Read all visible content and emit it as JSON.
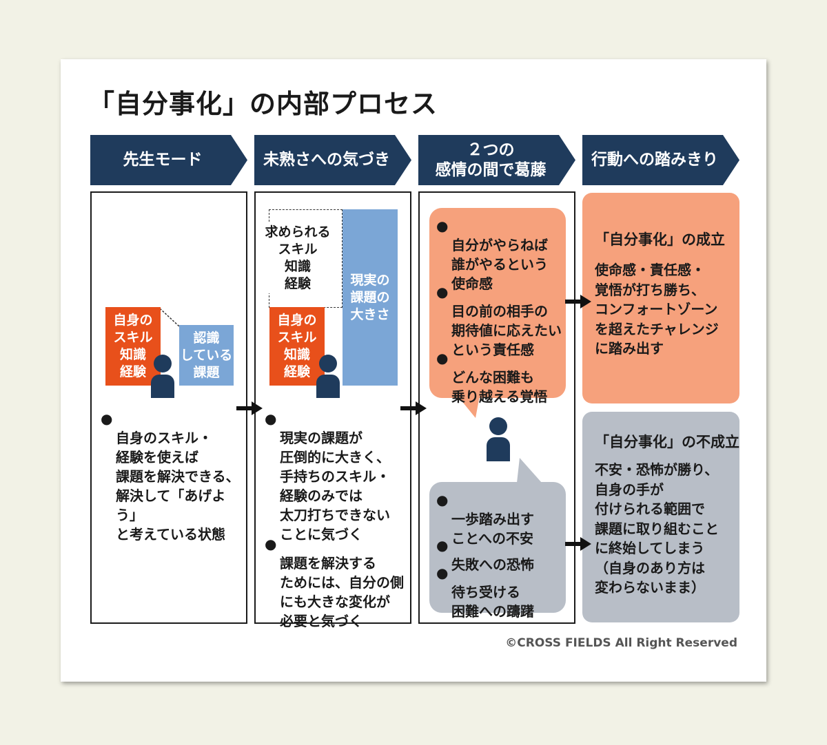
{
  "title": "「自分事化」の内部プロセス",
  "stages": [
    {
      "label": "先生モード"
    },
    {
      "label": "未熟さへの気づき"
    },
    {
      "label": "２つの\n感情の間で葛藤"
    },
    {
      "label": "行動への踏みきり"
    }
  ],
  "col1": {
    "skill_block": "自身の\nスキル\n知識\n経験",
    "issue_block": "認識\nしている\n課題",
    "bullet": "自身のスキル・\n経験を使えば\n課題を解決できる、\n解決して「あげよう」\nと考えている状態"
  },
  "col2": {
    "required_block": "求められる\nスキル\n知識\n経験",
    "skill_block": "自身の\nスキル\n知識\n経験",
    "real_block": "現実の\n課題の\n大きさ",
    "bullets": [
      "現実の課題が\n圧倒的に大きく、\n手持ちのスキル・\n経験のみでは\n太刀打ちできない\nことに気づく",
      "課題を解決する\nためには、自分の側\nにも大きな変化が\n必要と気づく"
    ]
  },
  "col3": {
    "positive": [
      "自分がやらねば\n誰がやるという\n使命感",
      "目の前の相手の\n期待値に応えたい\nという責任感",
      "どんな困難も\n乗り越える覚悟"
    ],
    "negative": [
      "一歩踏み出す\nことへの不安",
      "失敗への恐怖",
      "待ち受ける\n困難への躊躇"
    ]
  },
  "col4": {
    "success_head": "「自分事化」の成立",
    "success_body": "使命感・責任感・\n覚悟が打ち勝ち、\nコンフォートゾーン\nを超えたチャレンジ\nに踏み出す",
    "failure_head": "「自分事化」の不成立",
    "failure_body": "不安・恐怖が勝り、\n自身の手が\n付けられる範囲で\n課題に取り組むこと\nに終始してしまう\n（自身のあり方は\n変わらないまま）"
  },
  "bullet_mark": "●",
  "copyright": "©CROSS FIELDS All Right Reserved",
  "colors": {
    "navy": "#1f3b5c",
    "orange": "#e8501b",
    "blue": "#7ba6d6",
    "salmon": "#f6a17c",
    "gray": "#b8bec7"
  }
}
